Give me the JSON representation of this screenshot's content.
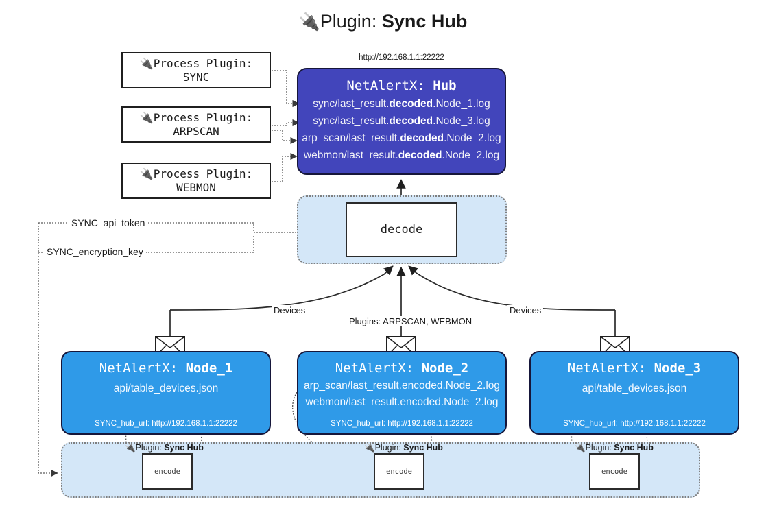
{
  "title": {
    "icon": "electric-plug-icon",
    "prefix": "Plugin: ",
    "name": "Sync Hub"
  },
  "process_plugins": [
    {
      "label": "Process Plugin:",
      "name": "SYNC"
    },
    {
      "label": "Process Plugin:",
      "name": "ARPSCAN"
    },
    {
      "label": "Process Plugin:",
      "name": "WEBMON"
    }
  ],
  "hub": {
    "url": "http://192.168.1.1:22222",
    "title_prefix": "NetAlertX: ",
    "title_name": "Hub",
    "lines": [
      {
        "pre": "sync/last_result.",
        "mid": "decoded",
        "post": ".Node_1.log"
      },
      {
        "pre": "sync/last_result.",
        "mid": "decoded",
        "post": ".Node_3.log"
      },
      {
        "pre": "arp_scan/last_result.",
        "mid": "decoded",
        "post": ".Node_2.log"
      },
      {
        "pre": "webmon/last_result.",
        "mid": "decoded",
        "post": ".Node_2.log"
      }
    ]
  },
  "decode": {
    "label": "decode"
  },
  "tokens": [
    {
      "label": "SYNC_api_token"
    },
    {
      "label": "SYNC_encryption_key"
    }
  ],
  "edge_labels": {
    "devices_left": "Devices",
    "plugins_center": "Plugins: ARPSCAN, WEBMON",
    "devices_right": "Devices"
  },
  "nodes": [
    {
      "title_prefix": "NetAlertX: ",
      "title_name": "Node_1",
      "lines": [
        "api/table_devices.json"
      ],
      "footer": "SYNC_hub_url: http://192.168.1.1:22222"
    },
    {
      "title_prefix": "NetAlertX: ",
      "title_name": "Node_2",
      "lines": [
        "arp_scan/last_result.encoded.Node_2.log",
        "webmon/last_result.encoded.Node_2.log"
      ],
      "footer": "SYNC_hub_url: http://192.168.1.1:22222"
    },
    {
      "title_prefix": "NetAlertX: ",
      "title_name": "Node_3",
      "lines": [
        "api/table_devices.json"
      ],
      "footer": "SYNC_hub_url: http://192.168.1.1:22222"
    }
  ],
  "plugin_boxes": [
    {
      "label_prefix": "Plugin: ",
      "label_name": "Sync Hub",
      "box": "encode"
    },
    {
      "label_prefix": "Plugin: ",
      "label_name": "Sync Hub",
      "box": "encode"
    },
    {
      "label_prefix": "Plugin: ",
      "label_name": "Sync Hub",
      "box": "encode"
    }
  ],
  "colors": {
    "hub_fill": "#4245bb",
    "node_fill": "#2f9ae8",
    "container_fill": "#d4e7f8",
    "stroke": "#1f1f1f"
  }
}
